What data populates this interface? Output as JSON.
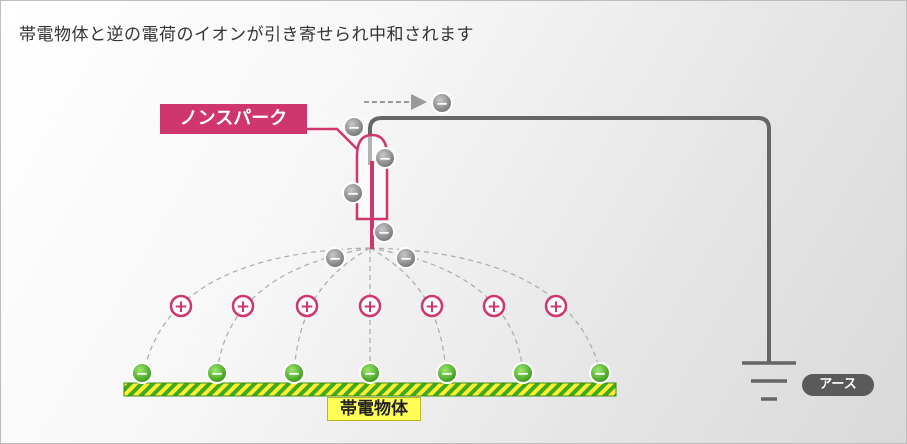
{
  "headline": "帯電物体と逆の電荷のイオンが引き寄せられ中和されます",
  "labels": {
    "nonspark": "ノンスパーク",
    "charged_object": "帯電物体",
    "earth": "アース"
  },
  "symbols": {
    "positive": "+",
    "negative": "−"
  },
  "colors": {
    "accent_pink": "#d0366e",
    "negative_ion_gray": "#8c8c8c",
    "charge_green": "#3faa1e",
    "stripe_yellow": "#ffee33",
    "wire_gray": "#666666"
  },
  "icons": [
    "negative-ion-icon",
    "positive-ion-icon",
    "negative-charge-icon",
    "flow-arrow-icon",
    "earth-symbol-icon"
  ]
}
